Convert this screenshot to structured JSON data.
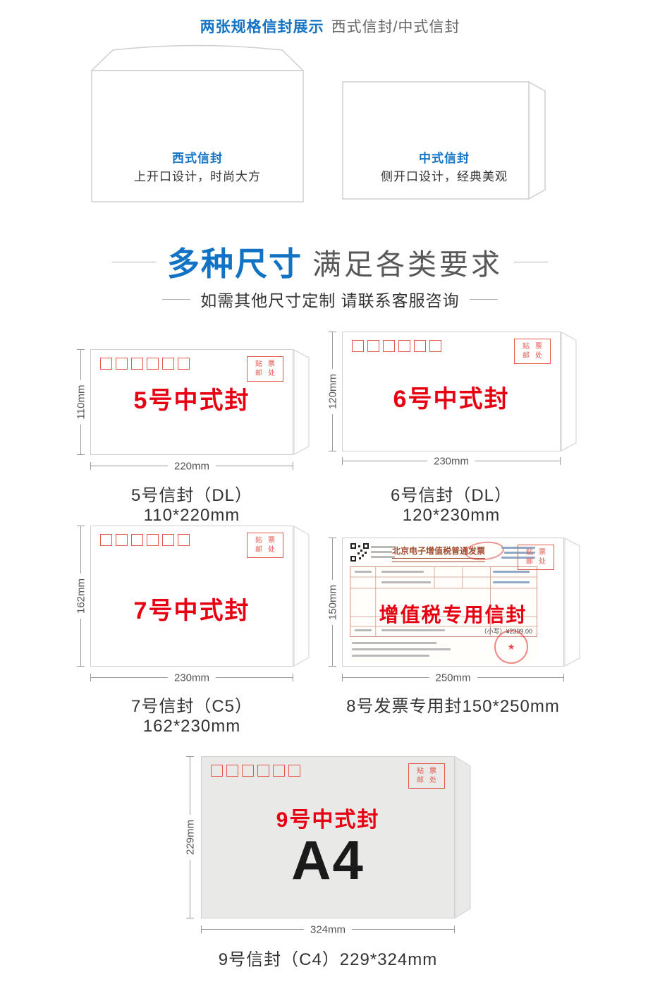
{
  "header": {
    "title_strong": "两张规格信封展示",
    "title_rest": "西式信封/中式信封"
  },
  "showcase": {
    "western": {
      "label": "西式信封",
      "desc": "上开口设计，时尚大方"
    },
    "chinese": {
      "label": "中式信封",
      "desc": "侧开口设计，经典美观"
    }
  },
  "section": {
    "title_strong": "多种尺寸",
    "title_rest": "满足各类要求",
    "subtitle": "如需其他尺寸定制 请联系客服咨询"
  },
  "stamp": {
    "line1": "贴票",
    "line2": "邮处"
  },
  "sizes": [
    {
      "name": "5号中式封",
      "height": "110mm",
      "width": "220mm",
      "caption": "5号信封（DL）110*220mm"
    },
    {
      "name": "6号中式封",
      "height": "120mm",
      "width": "230mm",
      "caption": "6号信封（DL）120*230mm"
    },
    {
      "name": "7号中式封",
      "height": "162mm",
      "width": "230mm",
      "caption": "7号信封（C5）162*230mm"
    },
    {
      "name": "增值税专用信封",
      "height": "150mm",
      "width": "250mm",
      "caption": "8号发票专用封150*250mm"
    },
    {
      "name": "9号中式封",
      "subname": "A4",
      "height": "229mm",
      "width": "324mm",
      "caption": "9号信封（C4）229*324mm"
    }
  ],
  "invoice": {
    "title": "北京电子增值税普通发票",
    "amount": "（小写）¥2399.00"
  },
  "colors": {
    "accent_blue": "#1273c4",
    "red": "#e60012",
    "postal_red": "#e1574e",
    "outline": "#cfcfcf"
  }
}
